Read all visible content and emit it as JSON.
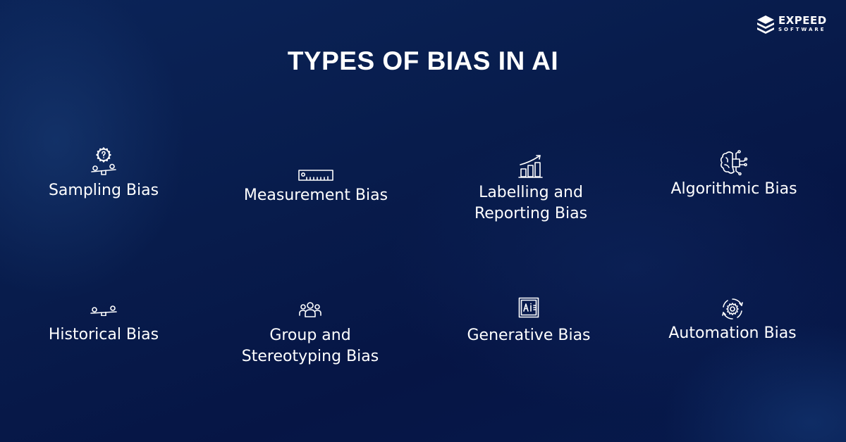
{
  "brand": {
    "name": "EXPEED",
    "tagline": "SOFTWARE",
    "icon": "stacked-layers-logo-icon"
  },
  "title": "TYPES OF BIAS IN AI",
  "colors": {
    "background": "#081c4c",
    "text": "#ffffff"
  },
  "items": [
    {
      "label": "Sampling Bias",
      "icon": "gear-question-seesaw-icon"
    },
    {
      "label": "Measurement Bias",
      "icon": "ruler-icon"
    },
    {
      "label": "Labelling and\nReporting Bias",
      "icon": "bar-chart-growth-icon"
    },
    {
      "label": "Algorithmic Bias",
      "icon": "brain-circuit-icon"
    },
    {
      "label": "Historical Bias",
      "icon": "seesaw-icon"
    },
    {
      "label": "Group and\nStereotyping Bias",
      "icon": "group-people-icon"
    },
    {
      "label": "Generative Bias",
      "icon": "ai-chip-icon"
    },
    {
      "label": "Automation Bias",
      "icon": "gear-cycle-icon"
    }
  ]
}
